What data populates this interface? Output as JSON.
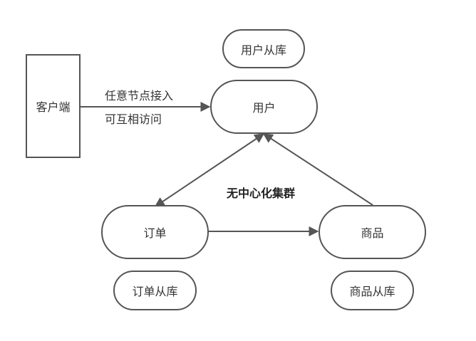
{
  "nodes": {
    "client": "客户端",
    "user_db": "用户从库",
    "user": "用户",
    "order": "订单",
    "product": "商品",
    "order_db": "订单从库",
    "product_db": "商品从库"
  },
  "edge_labels": {
    "client_to_user_line1": "任意节点接入",
    "client_to_user_line2": "可互相访问"
  },
  "cluster_title": "无中心化集群",
  "colors": {
    "stroke": "#555555",
    "text": "#333333",
    "background": "#ffffff"
  }
}
